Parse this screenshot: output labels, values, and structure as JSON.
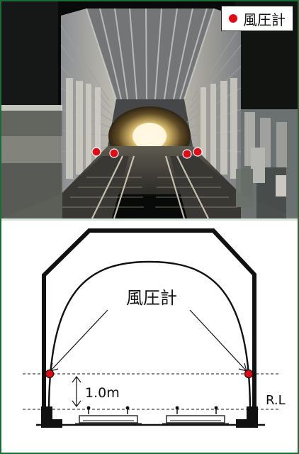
{
  "legend": {
    "text": "風圧計",
    "marker_color": "#e10b17",
    "marker_icon": "red-dot"
  },
  "diagram": {
    "callout_label": "風圧計",
    "distance_label": "1.0m",
    "reference_label": "R.L",
    "sensor_color": "#e10b17"
  }
}
